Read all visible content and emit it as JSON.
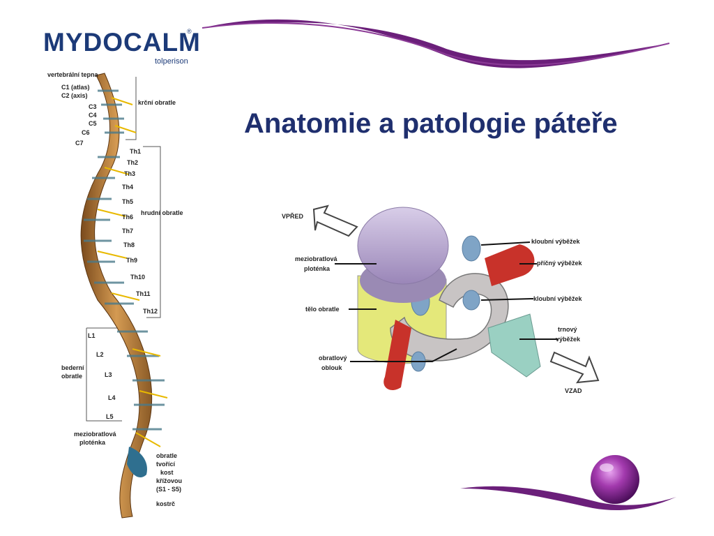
{
  "logo": {
    "brand": "MYDOCALM",
    "reg": "®",
    "sub": "tolperison"
  },
  "slide": {
    "title": "Anatomie a patologie páteře"
  },
  "spine_labels": {
    "artery": "vertebrální tepna",
    "c1": "C1 (atlas)",
    "c2": "C2 (axis)",
    "c3": "C3",
    "c4": "C4",
    "c5": "C5",
    "c6": "C6",
    "c7": "C7",
    "cervical": "krční obratle",
    "th1": "Th1",
    "th2": "Th2",
    "th3": "Th3",
    "th4": "Th4",
    "th5": "Th5",
    "th6": "Th6",
    "th7": "Th7",
    "th8": "Th8",
    "th9": "Th9",
    "th10": "Th10",
    "th11": "Th11",
    "th12": "Th12",
    "thoracic": "hrudní obratle",
    "l1": "L1",
    "l2": "L2",
    "l3": "L3",
    "l4": "L4",
    "l5": "L5",
    "lumbar_1": "bederní",
    "lumbar_2": "obratle",
    "disc_1": "meziobratlová",
    "disc_2": "ploténka",
    "sacrum_1": "obratle",
    "sacrum_2": "tvořící",
    "sacrum_3": "kost",
    "sacrum_4": "křížovou",
    "sacrum_5": "(S1 - S5)",
    "coccyx": "kostrč"
  },
  "vertebra_labels": {
    "front": "VPŘED",
    "back": "VZAD",
    "disc_1": "meziobratlová",
    "disc_2": "ploténka",
    "body": "tělo obratle",
    "arch_1": "obratlový",
    "arch_2": "oblouk",
    "articular_top": "kloubní výběžek",
    "transverse": "příčný výběžek",
    "articular_mid": "kloubní výběžek",
    "spinous_1": "trnový",
    "spinous_2": "výběžek"
  }
}
